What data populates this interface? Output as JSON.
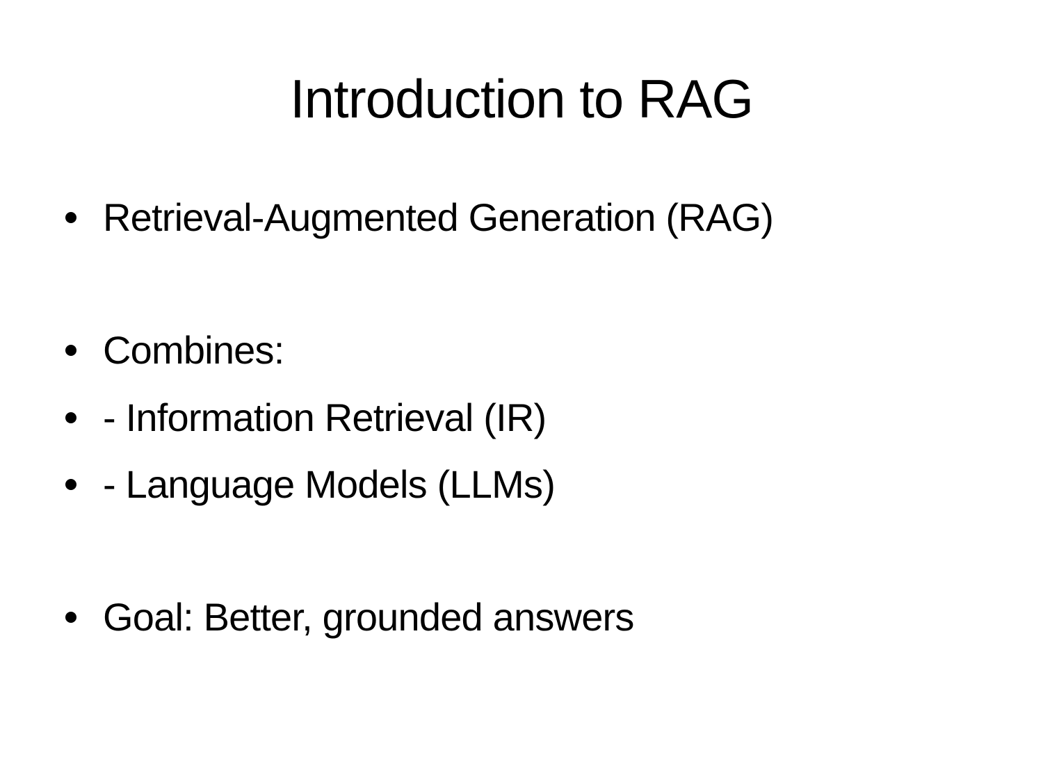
{
  "slide": {
    "title": "Introduction to RAG",
    "bullets": [
      {
        "text": "Retrieval-Augmented Generation (RAG)"
      },
      {
        "text": "Combines:"
      },
      {
        "text": "- Information Retrieval (IR)"
      },
      {
        "text": "- Language Models (LLMs)"
      },
      {
        "text": "Goal: Better, grounded answers"
      }
    ],
    "colors": {
      "background": "#ffffff",
      "text": "#000000"
    }
  }
}
